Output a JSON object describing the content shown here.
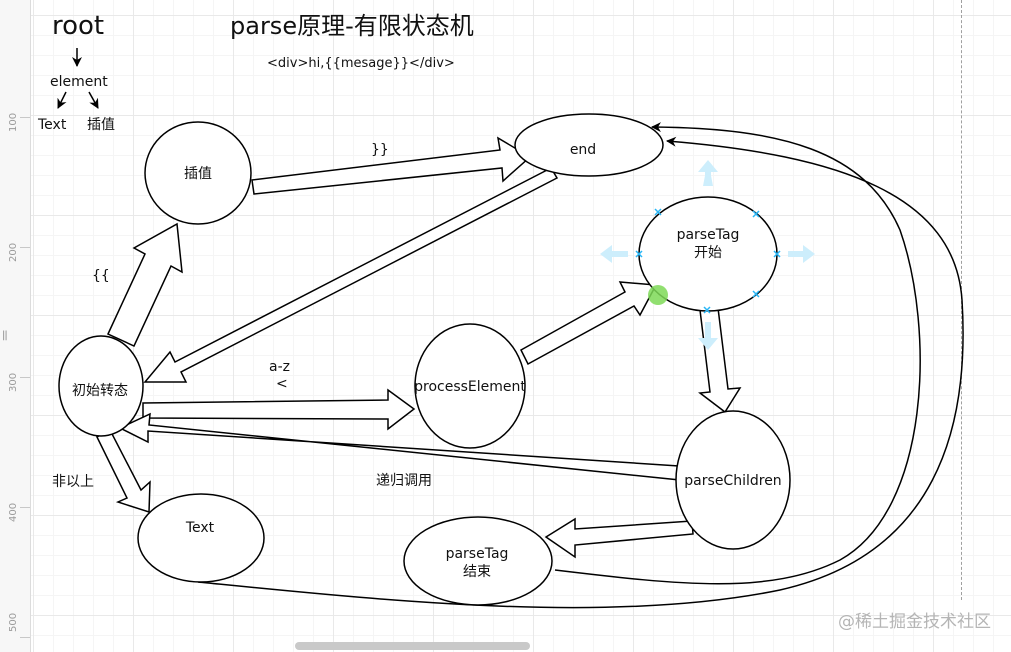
{
  "header": {
    "root_label": "root",
    "title": "parse原理-有限状态机",
    "subtitle": "<div>hi,{{mesage}}</div>"
  },
  "legend": {
    "element": "element",
    "text": "Text",
    "interp": "插值"
  },
  "nodes": {
    "interp": "插值",
    "end": "end",
    "init": "初始转态",
    "processElement": "processElement",
    "parseTagStart_1": "parseTag",
    "parseTagStart_2": "开始",
    "parseChildren": "parseChildren",
    "text": "Text",
    "parseTagEnd_1": "parseTag",
    "parseTagEnd_2": "结束"
  },
  "edge_labels": {
    "close_braces": "}}",
    "open_braces": "{{",
    "az": "a-z",
    "lt": "<",
    "other": "非以上",
    "recursive": "递归调用"
  },
  "ruler": [
    "100",
    "200",
    "300",
    "400",
    "500"
  ],
  "watermark": "@稀土掘金技术社区",
  "colors": {
    "selection_handle": "#29b6f6",
    "anchor_point": "#7ed957",
    "grid": "#e9e9e9"
  }
}
